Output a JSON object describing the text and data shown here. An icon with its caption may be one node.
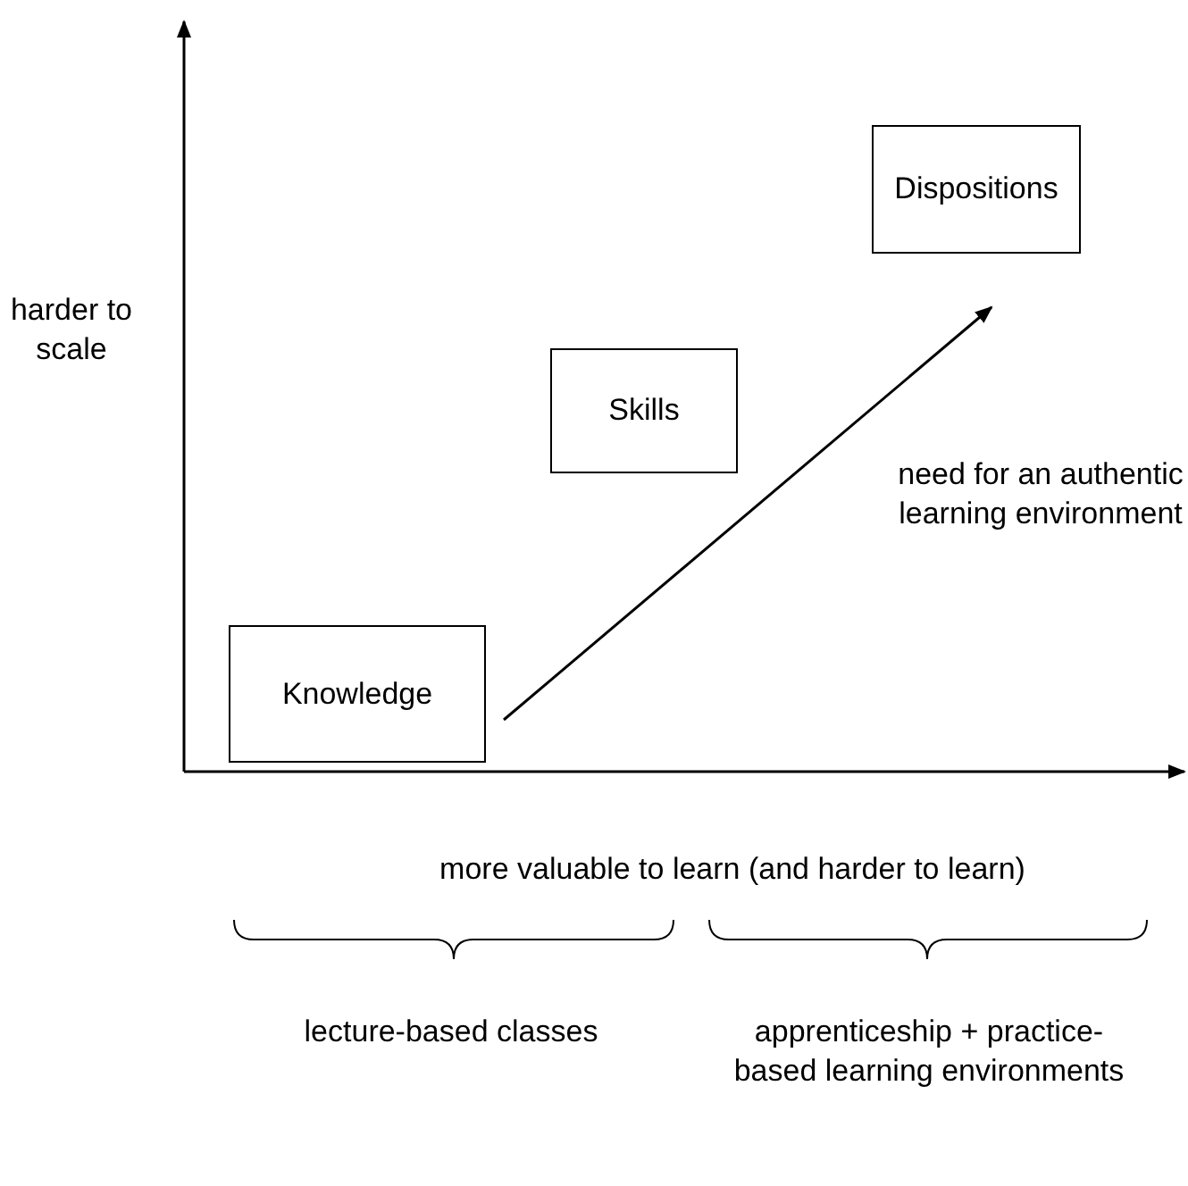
{
  "diagram": {
    "nodes": [
      {
        "text": [
          "Knowledge"
        ]
      },
      {
        "text": [
          "Skills"
        ]
      },
      {
        "text": [
          "Dispositions"
        ]
      }
    ],
    "labels": [
      "harder to scale",
      "need for an authentic learning environment",
      "more valuable to learn (and harder to learn)",
      "lecture-based classes",
      "apprenticeship + practice-based learning environments"
    ]
  }
}
